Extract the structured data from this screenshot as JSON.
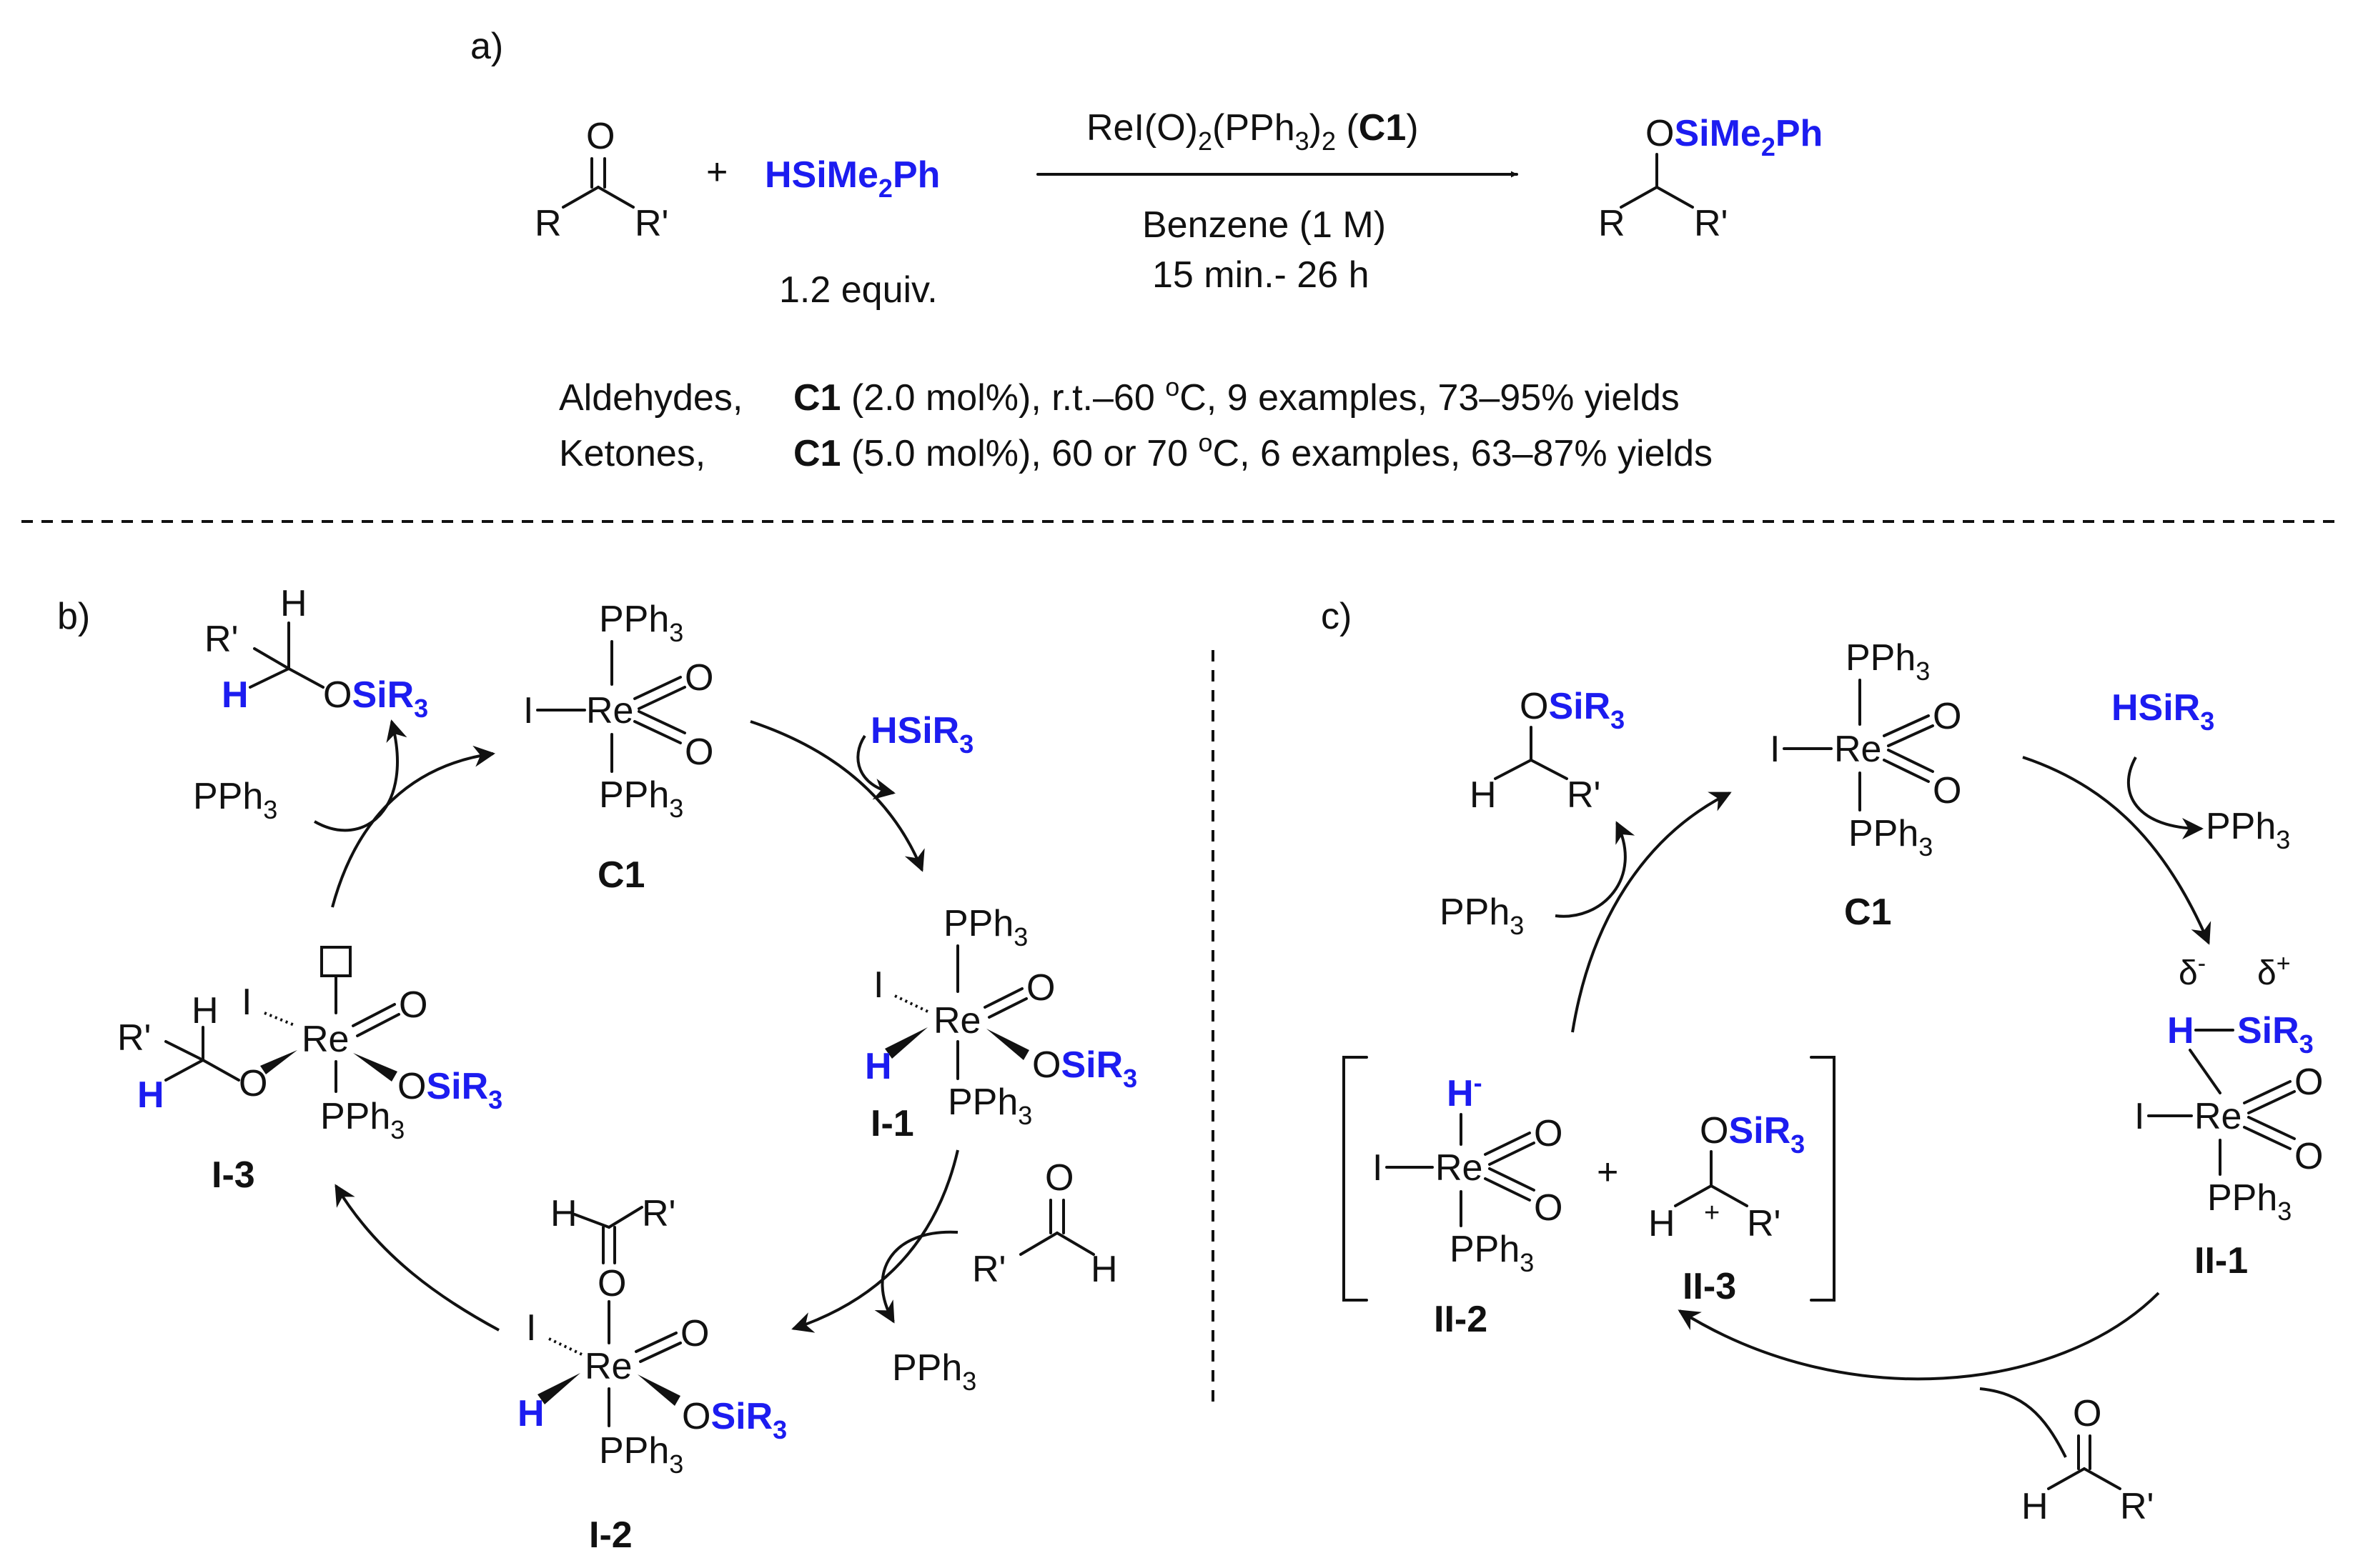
{
  "colors": {
    "silicon_blue": "#1c1cf0",
    "ink": "#111111"
  },
  "panel_a": {
    "label": "a)",
    "ketone_o": "O",
    "ketone_r": "R",
    "ketone_rp": "R'",
    "plus": "+",
    "silane_main": "HSiMe",
    "silane_sub": "2",
    "silane_end": "Ph",
    "silane_equiv": "1.2 equiv.",
    "catalyst_a": "ReI(O)",
    "catalyst_sub1": "2",
    "catalyst_b": "(PPh",
    "catalyst_sub2": "3",
    "catalyst_c": ")",
    "catalyst_sub3": "2",
    "catalyst_d": " (",
    "catalyst_code": "C1",
    "catalyst_e": ")",
    "solvent": "Benzene (1 M)",
    "time": "15 min.- 26 h",
    "product_o": "O",
    "product_si": "SiMe",
    "product_sub": "2",
    "product_ph": "Ph",
    "product_r": "R",
    "product_rp": "R'",
    "cond1_label": "Aldehydes,",
    "cond1_code": "C1",
    "cond1_text_a": " (2.0 mol%), r.t.–60 ",
    "cond1_deg": "o",
    "cond1_text_b": "C, 9 examples, 73–95% yields",
    "cond2_label": "Ketones,",
    "cond2_code": "C1",
    "cond2_text_a": " (5.0 mol%), 60 or 70 ",
    "cond2_deg": "o",
    "cond2_text_b": "C, 6 examples, 63–87% yields"
  },
  "panel_b": {
    "label": "b)",
    "c1_code": "C1",
    "re": "Re",
    "i": "I",
    "o": "O",
    "pph3": "PPh",
    "sub3": "3",
    "h": "H",
    "silane": "HSiR",
    "osir3": "OSiR",
    "sir": "SiR",
    "i1_code": "I-1",
    "i2_code": "I-2",
    "i3_code": "I-3",
    "r": "R",
    "rp": "R'"
  },
  "panel_c": {
    "label": "c)",
    "c1_code": "C1",
    "ii1_code": "II-1",
    "ii2_code": "II-2",
    "ii3_code": "II-3",
    "delta_minus": "δ",
    "minus": "-",
    "delta_plus": "δ",
    "plus": "+",
    "h_minus": "H",
    "cation": "+",
    "plus_sign": "+"
  }
}
